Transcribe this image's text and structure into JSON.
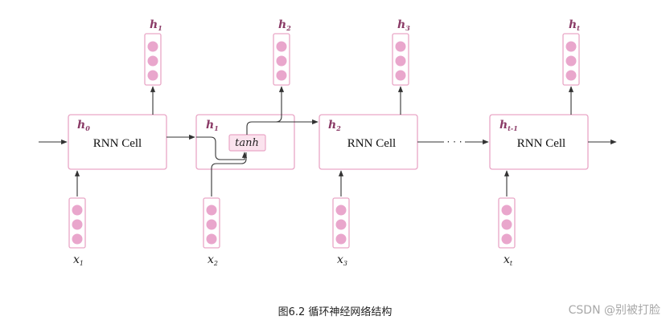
{
  "cells": [
    {
      "label": "RNN Cell",
      "state": {
        "base": "h",
        "sub": "0"
      },
      "output": {
        "base": "h",
        "sub": "1"
      },
      "input": {
        "base": "x",
        "sub": "1"
      }
    },
    {
      "label": "",
      "state": {
        "base": "h",
        "sub": "1"
      },
      "output": {
        "base": "h",
        "sub": "2"
      },
      "input": {
        "base": "x",
        "sub": "2"
      },
      "activation": "tanh"
    },
    {
      "label": "RNN Cell",
      "state": {
        "base": "h",
        "sub": "2"
      },
      "output": {
        "base": "h",
        "sub": "3"
      },
      "input": {
        "base": "x",
        "sub": "3"
      }
    },
    {
      "label": "RNN Cell",
      "state": {
        "base": "h",
        "sub": "t-1"
      },
      "output": {
        "base": "h",
        "sub": "t"
      },
      "input": {
        "base": "x",
        "sub": "t"
      }
    }
  ],
  "ellipsis": "· · ·",
  "caption": "图6.2 循环神经网络结构",
  "watermark": "CSDN @别被打脸",
  "colors": {
    "accent": "#e9a6c6",
    "dot": "#e9a6cc",
    "label": "#8a3a66"
  }
}
